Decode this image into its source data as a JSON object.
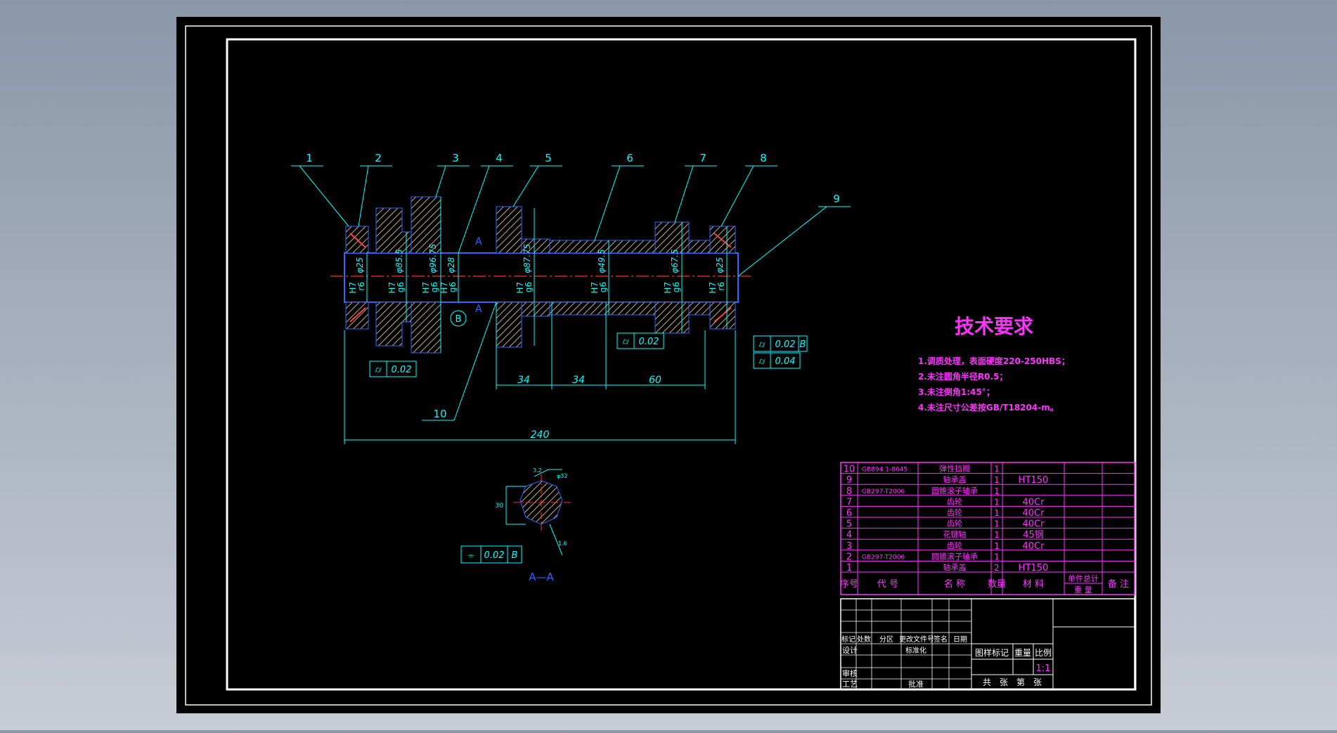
{
  "colors": {
    "background": "#000000",
    "frame": "#ffffff",
    "dimension": "#00ffff",
    "part": "#3366ff",
    "hatch": "#c8b080",
    "centerline": "#ff3030",
    "magenta": "#ff33ff",
    "bearing": "#ff4040"
  },
  "balloons": [
    {
      "label": "1"
    },
    {
      "label": "2"
    },
    {
      "label": "3"
    },
    {
      "label": "4"
    },
    {
      "label": "5"
    },
    {
      "label": "6"
    },
    {
      "label": "7"
    },
    {
      "label": "8"
    },
    {
      "label": "9"
    },
    {
      "label": "10"
    }
  ],
  "dimensions": {
    "fits": [
      {
        "fit_top": "H7",
        "fit_bot": "r6",
        "diameter": "φ25"
      },
      {
        "fit_top": "H7",
        "fit_bot": "g6",
        "diameter": "φ85.5"
      },
      {
        "fit_top": "H7",
        "fit_bot": "g6",
        "diameter": "φ96.75"
      },
      {
        "fit_top": "H7",
        "fit_bot": "g6",
        "diameter": "φ28"
      },
      {
        "fit_top": "H7",
        "fit_bot": "g6",
        "diameter": "φ87.75"
      },
      {
        "fit_top": "H7",
        "fit_bot": "g6",
        "diameter": "φ49.5"
      },
      {
        "fit_top": "H7",
        "fit_bot": "g6",
        "diameter": "φ67.5"
      },
      {
        "fit_top": "H7",
        "fit_bot": "r6",
        "diameter": "φ25"
      }
    ],
    "lengths": {
      "d1": "34",
      "d2": "34",
      "d3": "60",
      "total": "240"
    },
    "tolerance_boxes": [
      {
        "value": "0.02",
        "datum": ""
      },
      {
        "value": "0.02",
        "datum": ""
      },
      {
        "value": "0.02",
        "datum": "B"
      },
      {
        "value": "0.04",
        "datum": ""
      }
    ],
    "section_marker": "A",
    "datum_bubble": "B"
  },
  "section_view": {
    "label": "A—A",
    "tolerance": {
      "value": "0.02",
      "datum": "B"
    },
    "small_labels": [
      "3.2",
      "φ32",
      "30",
      "1.6"
    ]
  },
  "tech_requirements": {
    "title": "技术要求",
    "items": [
      "1.调质处理，表面硬度220-250HBS；",
      "2.未注圆角半径R0.5；",
      "3.未注倒角1:45°；",
      "4.未注尺寸公差按GB/T18204-m。"
    ]
  },
  "bom": {
    "rows": [
      {
        "no": "10",
        "code": "GB894.1-8645",
        "name": "弹性挡圈",
        "qty": "1",
        "material": ""
      },
      {
        "no": "9",
        "code": "",
        "name": "轴承盖",
        "qty": "1",
        "material": "HT150"
      },
      {
        "no": "8",
        "code": "GB297-T2006",
        "name": "圆锥滚子轴承",
        "qty": "1",
        "material": ""
      },
      {
        "no": "7",
        "code": "",
        "name": "齿轮",
        "qty": "1",
        "material": "40Cr"
      },
      {
        "no": "6",
        "code": "",
        "name": "齿轮",
        "qty": "1",
        "material": "40Cr"
      },
      {
        "no": "5",
        "code": "",
        "name": "齿轮",
        "qty": "1",
        "material": "40Cr"
      },
      {
        "no": "4",
        "code": "",
        "name": "花键轴",
        "qty": "1",
        "material": "45钢"
      },
      {
        "no": "3",
        "code": "",
        "name": "齿轮",
        "qty": "1",
        "material": "40Cr"
      },
      {
        "no": "2",
        "code": "GB297-T2006",
        "name": "圆锥滚子轴承",
        "qty": "1",
        "material": ""
      },
      {
        "no": "1",
        "code": "",
        "name": "轴承盖",
        "qty": "2",
        "material": "HT150"
      }
    ],
    "header": {
      "no": "序号",
      "code": "代 号",
      "name": "名 称",
      "qty": "数量",
      "material": "材 料",
      "unit_weight": "单件总计",
      "weight": "重 量",
      "remark": "备 注"
    }
  },
  "title_block": {
    "row_labels": [
      "标记",
      "处数",
      "分区",
      "更改文件号",
      "签名",
      "日期"
    ],
    "design": "设计",
    "standardize": "标准化",
    "review": "审核",
    "process": "工艺",
    "approve": "批准",
    "stage_mark": "图样标记",
    "weight": "重量",
    "scale": "比例",
    "scale_value": "1:1",
    "sheet": "共　张　第　张"
  }
}
